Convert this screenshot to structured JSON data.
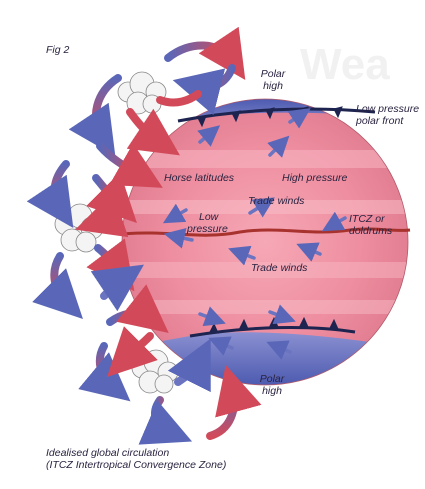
{
  "figure_label": "Fig 2",
  "watermark": "Wea",
  "labels": {
    "polar_high_top_1": "Polar",
    "polar_high_top_2": "high",
    "low_pressure_front_1": "Low pressure",
    "low_pressure_front_2": "polar front",
    "horse_latitudes": "Horse latitudes",
    "high_pressure": "High pressure",
    "trade_winds_top": "Trade winds",
    "low_pressure_eq_1": "Low",
    "low_pressure_eq_2": "pressure",
    "itcz_1": "ITCZ or",
    "itcz_2": "doldrums",
    "trade_winds_bottom": "Trade winds",
    "polar_high_bottom_1": "Polar",
    "polar_high_bottom_2": "high"
  },
  "caption": {
    "line1": "Idealised global circulation",
    "line2": "(ITCZ Intertropical Convergence Zone)"
  },
  "colors": {
    "warm": "#f08a9a",
    "cool": "#5a67b8",
    "front": "#1e2450",
    "itcz": "#a8322e"
  }
}
